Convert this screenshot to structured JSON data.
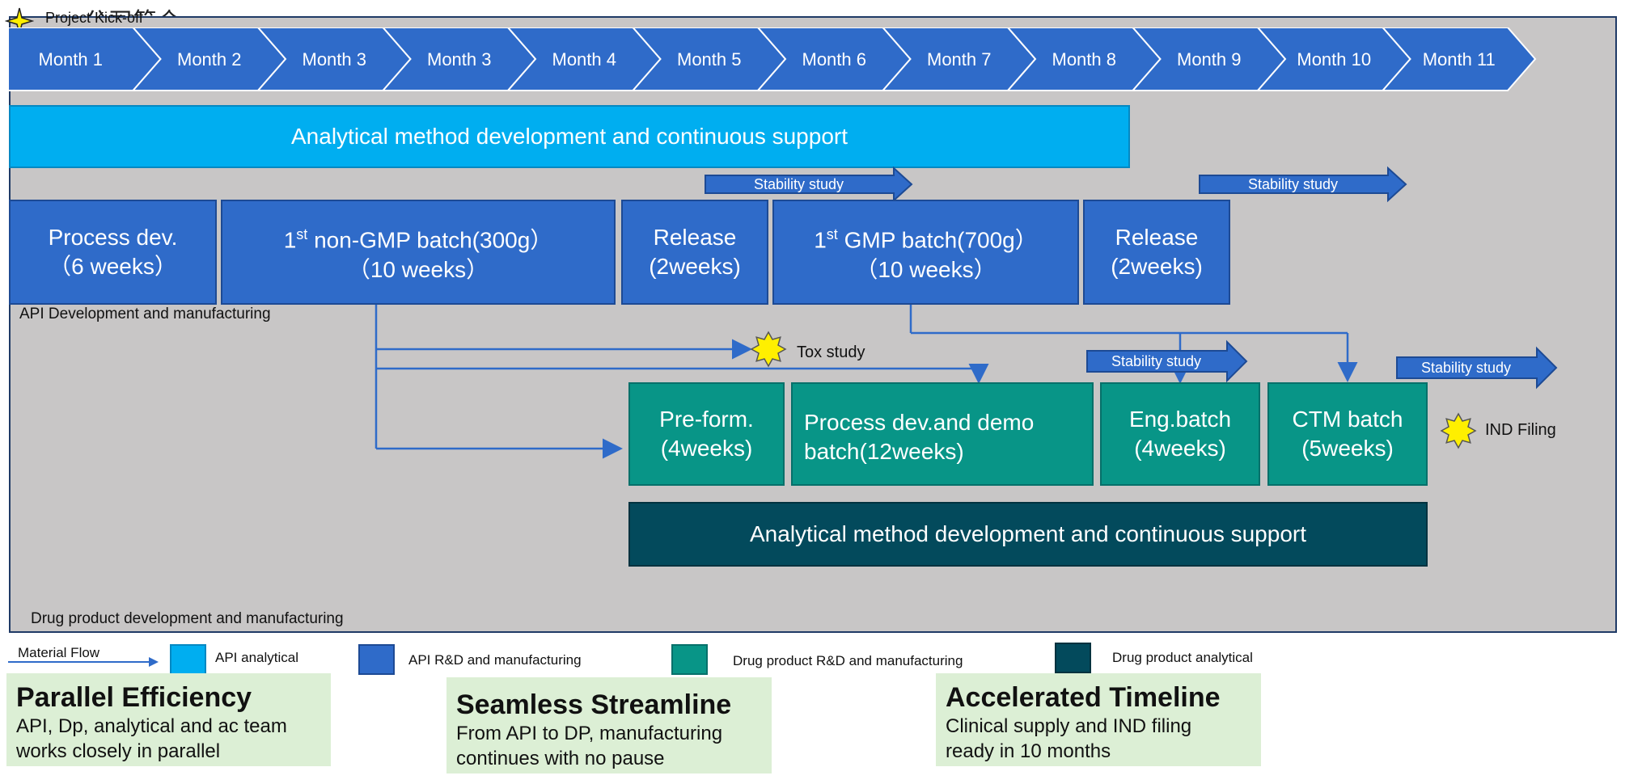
{
  "header": {
    "kickoff": "Project Kick-off",
    "kickoff_overlay": "公司简介"
  },
  "months": [
    "Month  1",
    "Month  2",
    "Month  3",
    "Month  3",
    "Month  4",
    "Month  5",
    "Month  6",
    "Month  7",
    "Month  8",
    "Month  9",
    "Month  10",
    "Month  11"
  ],
  "api_analytical": "Analytical method development and continuous support",
  "api_blocks": {
    "process_dev": {
      "line1": "Process dev.",
      "line2": "（6 weeks）"
    },
    "nongmp": {
      "prefix": "1",
      "sup": "st",
      "line1": " non-GMP batch(300g）",
      "line2": "（10 weeks）"
    },
    "release1": {
      "line1": "Release",
      "line2": "(2weeks)"
    },
    "gmp": {
      "prefix": "1",
      "sup": "st",
      "line1": " GMP batch(700g）",
      "line2": "（10 weeks）"
    },
    "release2": {
      "line1": "Release",
      "line2": "(2weeks)"
    }
  },
  "stability": [
    "Stability study",
    "Stability study",
    "Stability study",
    "Stability study"
  ],
  "api_section_label": "API Development and manufacturing",
  "tox_label": "Tox study",
  "dp_blocks": {
    "preform": {
      "line1": "Pre-form.",
      "line2": "(4weeks)"
    },
    "process_demo": {
      "line1": "Process dev.and demo",
      "line2": "batch(12weeks)"
    },
    "eng": {
      "line1": "Eng.batch",
      "line2": "(4weeks)"
    },
    "ctm": {
      "line1": "CTM batch",
      "line2": "(5weeks)"
    }
  },
  "ind_label": "IND Filing",
  "dp_analytical": "Analytical method development and continuous support",
  "dp_section_label": "Drug product development and manufacturing",
  "legend": {
    "material_flow": "Material Flow",
    "api_analytical": "API analytical",
    "api_rd": "API R&D and manufacturing",
    "dp_rd": "Drug product R&D and manufacturing",
    "dp_analytical": "Drug product analytical"
  },
  "highlights": [
    {
      "title": "Parallel Efficiency",
      "line1": "API, Dp, analytical and ac team",
      "line2": "works closely in parallel"
    },
    {
      "title": "Seamless Streamline",
      "line1": "From API to DP, manufacturing",
      "line2": "continues with no pause"
    },
    {
      "title": "Accelerated Timeline",
      "line1": "Clinical supply and IND filing",
      "line2": "ready in 10 months"
    }
  ],
  "colors": {
    "month_blue": "#2f6bc9",
    "api_analytical": "#00aef0",
    "api_rd": "#2f6bc9",
    "dp_rd": "#089587",
    "dp_analytical": "#034a5c",
    "panel_grey": "#c8c6c6",
    "star_yellow": "#ffef00",
    "highlight_green": "#dcefd5"
  }
}
